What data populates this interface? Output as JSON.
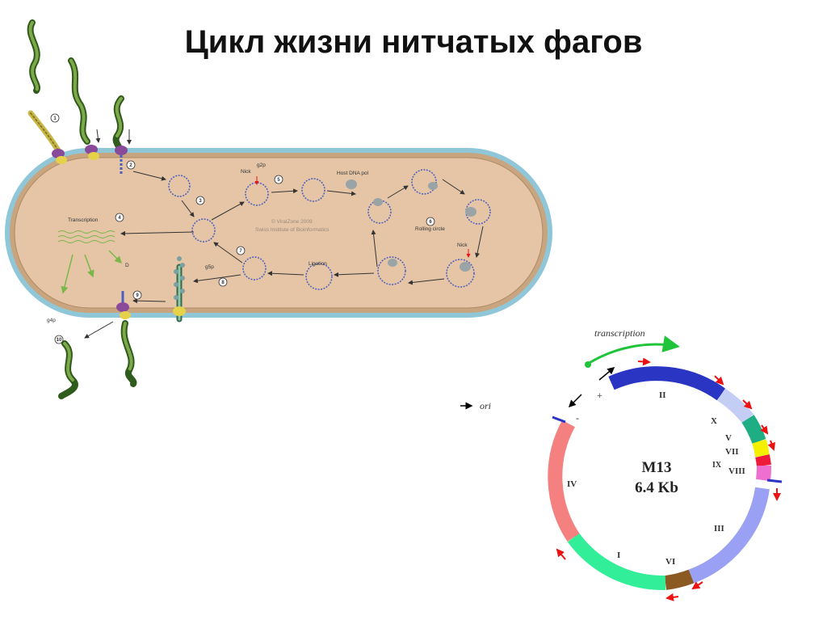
{
  "title": "Цикл жизни нитчатых фагов",
  "lifecycle": {
    "steps": [
      "1",
      "2",
      "3",
      "4",
      "5",
      "6",
      "7",
      "8",
      "9",
      "10"
    ],
    "labels": {
      "nick": "Nick",
      "g2p": "g2p",
      "host_dna_pol": "Host DNA pol",
      "transcription": "Transcription",
      "rolling_circle": "Rolling circle",
      "nick2": "Nick",
      "ligation": "Ligation",
      "g5p": "g5p",
      "g4p": "g4p",
      "d": "D"
    },
    "watermark1": "© ViralZone 2009",
    "watermark2": "Swiss Institute of Bioinformatics"
  },
  "genome": {
    "name": "M13",
    "size": "6.4 Kb",
    "transcription": "transcription",
    "ori": "ori",
    "plus": "+",
    "minus": "-",
    "genes": [
      "II",
      "X",
      "V",
      "VII",
      "IX",
      "VIII",
      "III",
      "VI",
      "I",
      "IV"
    ],
    "colors": {
      "II": "#2a35c4",
      "X": "#c4cdf4",
      "V": "#1fae84",
      "VII": "#f4f000",
      "IX": "#ee1a3a",
      "VIII": "#ee6fd0",
      "III": "#9aa0f4",
      "VI": "#8a5a22",
      "I": "#33ee99",
      "IV": "#f48080"
    }
  }
}
